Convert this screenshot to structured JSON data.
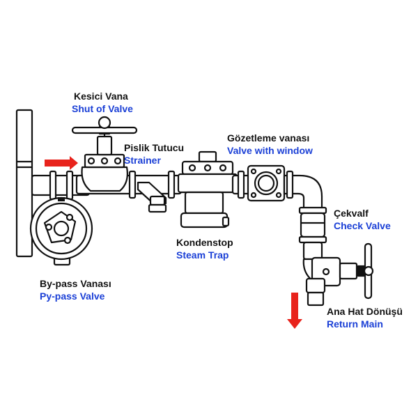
{
  "labels": {
    "shut_off_valve": {
      "tr": "Kesici Vana",
      "en": "Shut of Valve"
    },
    "strainer": {
      "tr": "Pislik Tutucu",
      "en": "Strainer"
    },
    "sight_glass": {
      "tr": "Gözetleme vanası",
      "en": "Valve with window"
    },
    "steam_trap": {
      "tr": "Kondenstop",
      "en": "Steam Trap"
    },
    "check_valve": {
      "tr": "Çekvalf",
      "en": "Check Valve"
    },
    "bypass_valve": {
      "tr": "By-pass Vanası",
      "en": "Py-pass Valve"
    },
    "return_main": {
      "tr": "Ana Hat Dönüşü",
      "en": "Return Main"
    }
  },
  "colors": {
    "turkish_text": "#111111",
    "english_text": "#1a3fd6",
    "flow_arrow": "#e8231c",
    "outline": "#111111",
    "fill": "#ffffff"
  },
  "icons": [
    "inlet-flow-arrow",
    "return-flow-arrow",
    "handwheel-icon"
  ]
}
